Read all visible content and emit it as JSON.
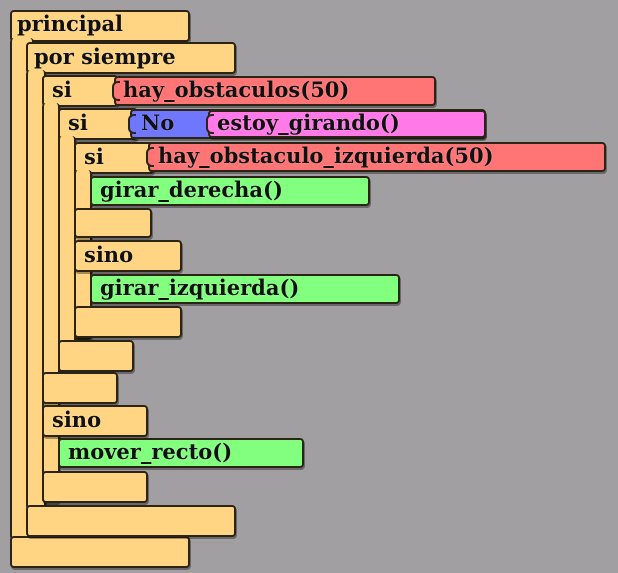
{
  "blocks": {
    "main": "principal",
    "forever": "por siempre",
    "if1": "si",
    "cond1": "hay_obstaculos(50)",
    "if2": "si",
    "not_label": "No",
    "cond2": "estoy_girando()",
    "if3": "si",
    "cond3": "hay_obstaculo_izquierda(50)",
    "turn_right": "girar_derecha()",
    "else1": "sino",
    "turn_left": "girar_izquierda()",
    "else2": "sino",
    "move_straight": "mover_recto()"
  },
  "colors": {
    "background": "#a19fa2",
    "control_block": "#ffd583",
    "sensor_block": "#ff7575",
    "state_block": "#ff7ae8",
    "logic_block": "#6f77ff",
    "action_block": "#82ff7f"
  }
}
